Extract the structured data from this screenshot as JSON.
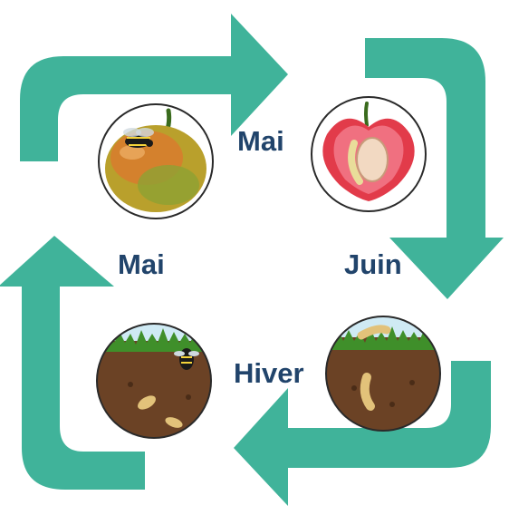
{
  "colors": {
    "arrow": "#40b39a",
    "label": "#21446b",
    "soil": "#6b4225",
    "grass": "#3f8f2a",
    "sky": "#cfeaf4"
  },
  "labels": {
    "top_center": "Mai",
    "left_middle": "Mai",
    "right_middle": "Juin",
    "bottom_center": "Hiver"
  },
  "stages": [
    {
      "icon": "apple-with-fly-icon"
    },
    {
      "icon": "cut-cherry-with-larva-icon"
    },
    {
      "icon": "soil-with-emerging-fly-icon"
    },
    {
      "icon": "soil-with-overwintering-pupa-icon"
    }
  ]
}
